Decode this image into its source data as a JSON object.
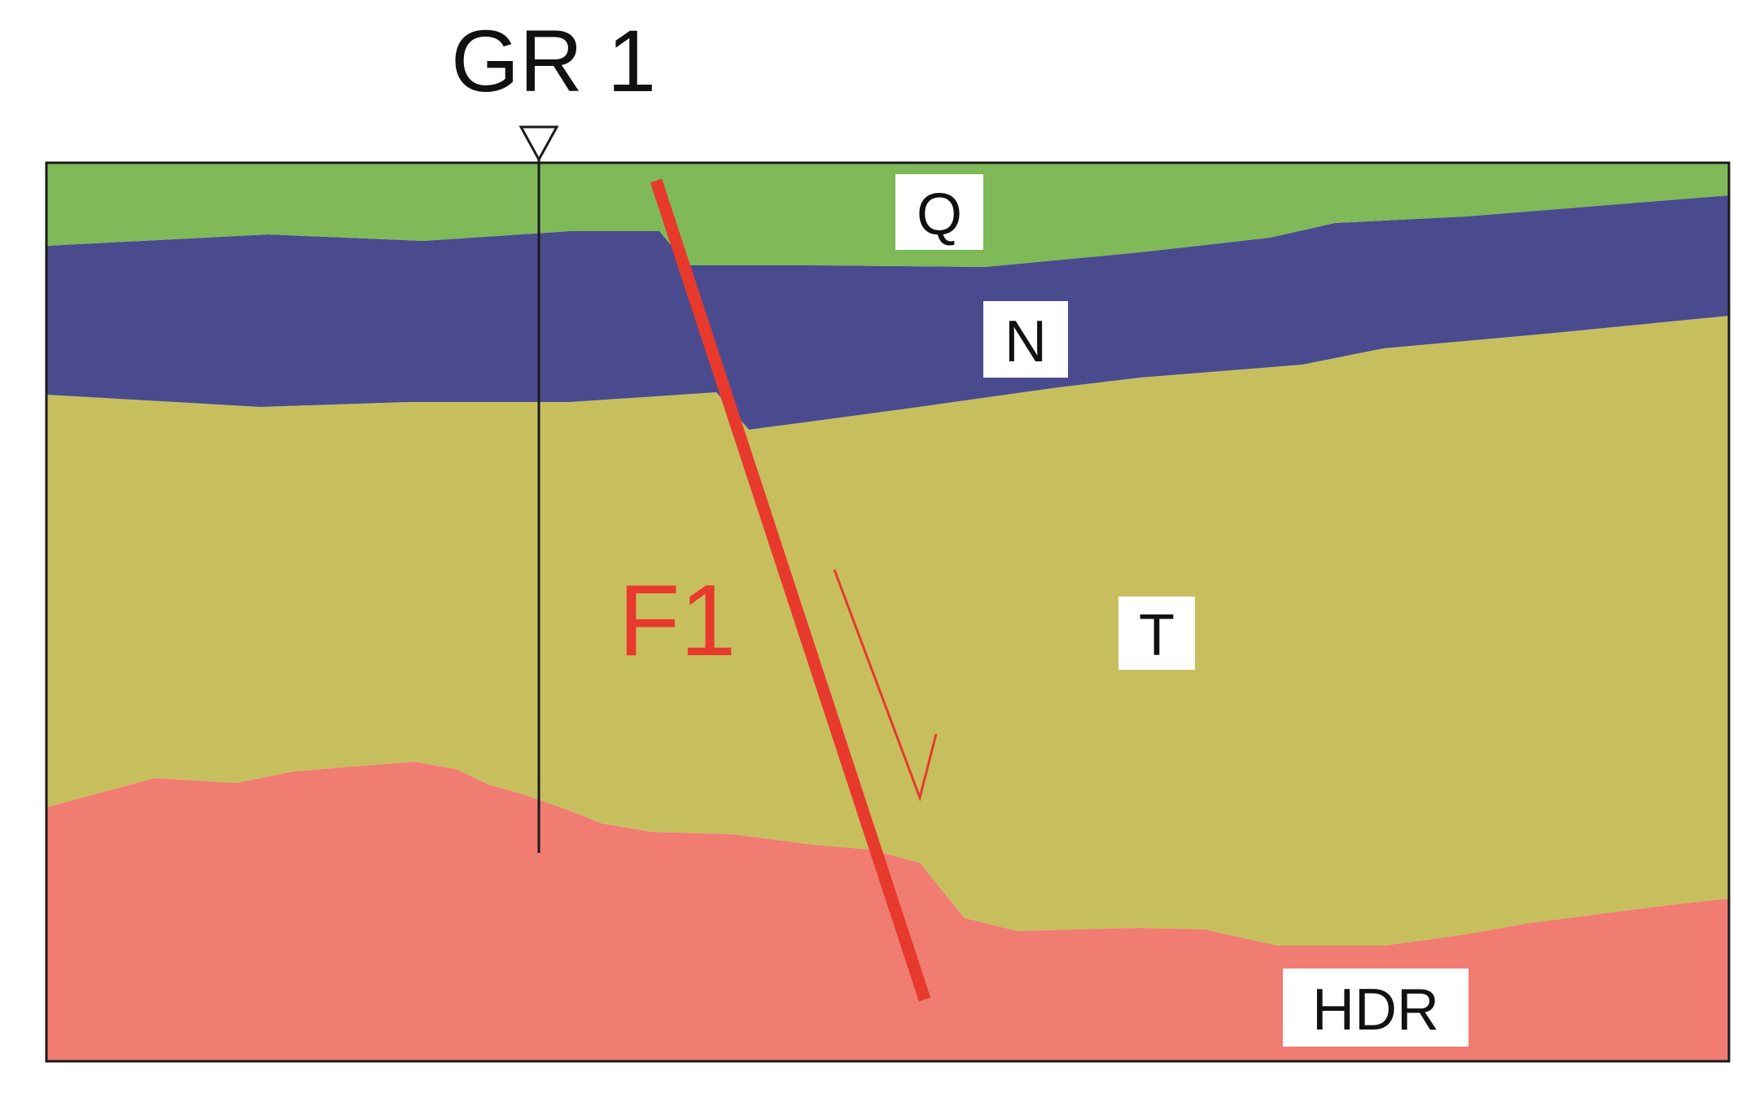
{
  "well": {
    "name": "GR 1"
  },
  "fault": {
    "name": "F1",
    "color": "#e8392d"
  },
  "layers": [
    {
      "code": "Q",
      "color": "#7fb958"
    },
    {
      "code": "N",
      "color": "#4a4b8e"
    },
    {
      "code": "T",
      "color": "#c7bf5e"
    },
    {
      "code": "HDR",
      "color": "#f07c72"
    }
  ],
  "colors": {
    "frame": "#1a1a1a",
    "well_line": "#1a1a1a",
    "label_box": "#ffffff",
    "label_text": "#111111"
  }
}
